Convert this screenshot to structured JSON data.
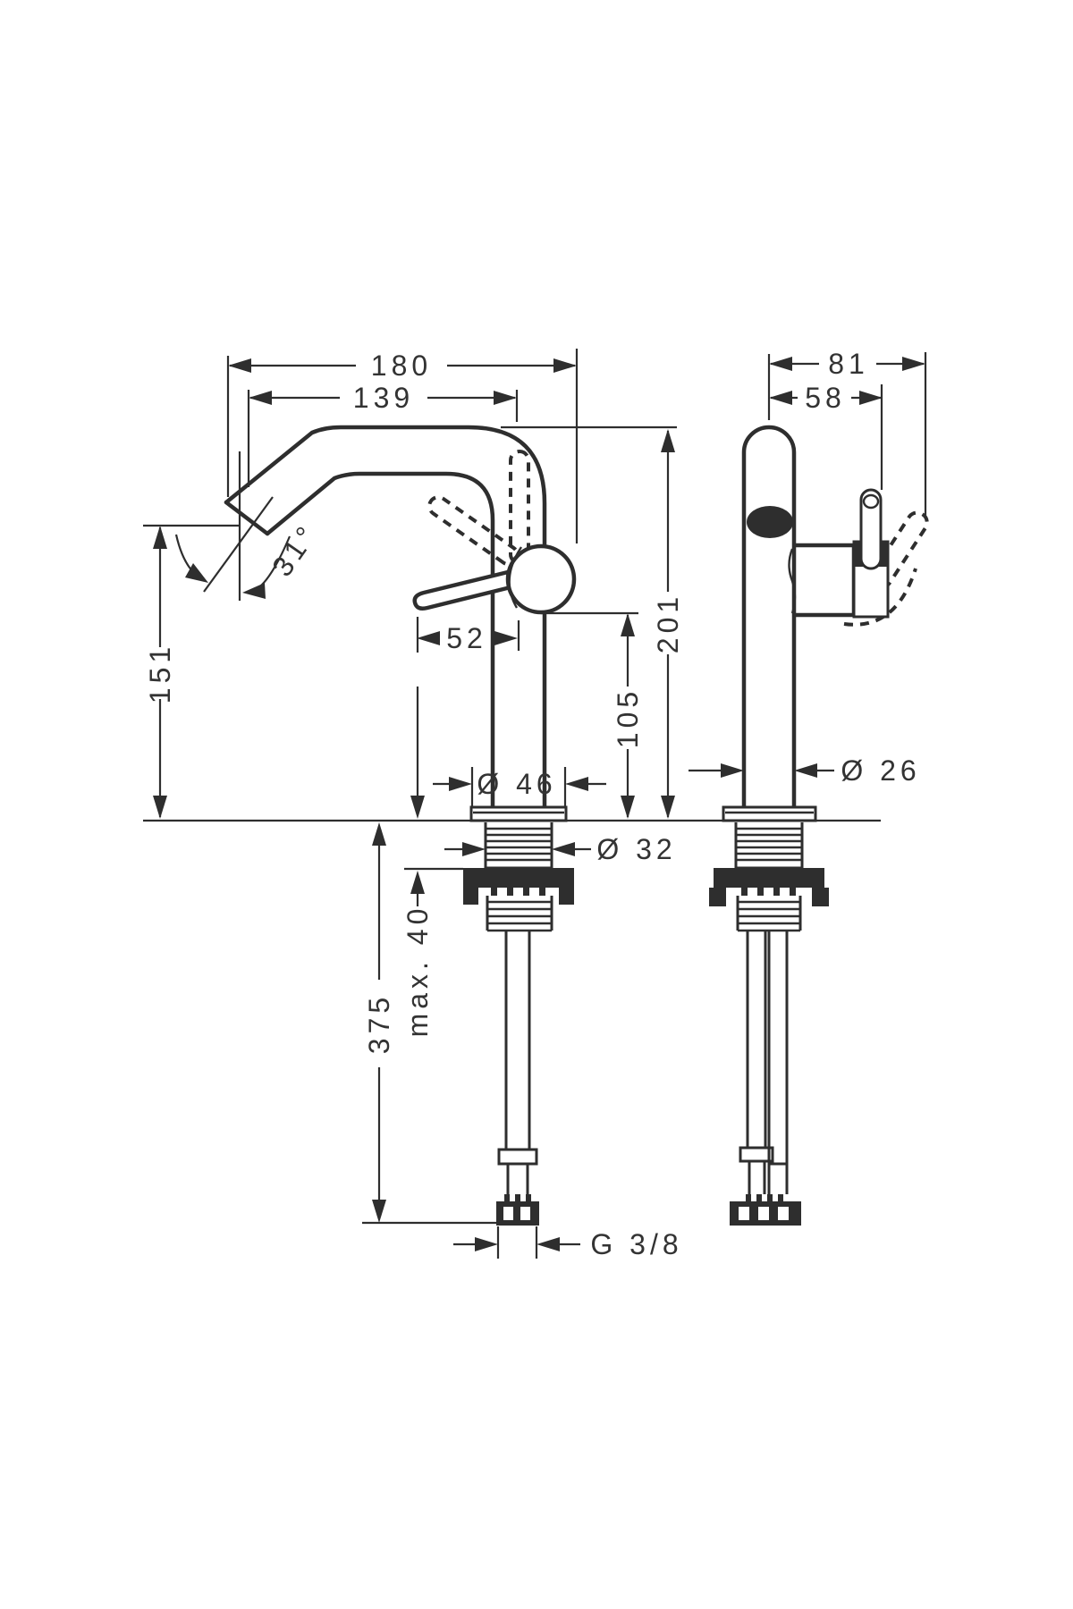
{
  "colors": {
    "line": "#2e2e2e",
    "text": "#333333",
    "background": "#ffffff"
  },
  "labels": {
    "reach_total": "180",
    "reach_aerator": "139",
    "depth_total": "81",
    "depth_handle": "58",
    "outlet_angle": "31°",
    "spout_height": "151",
    "lever_length": "52",
    "height_total": "201",
    "height_handle": "105",
    "dia_base": "Ø 46",
    "dia_shank": "Ø 32",
    "dia_column": "Ø 26",
    "max_deck_thickness": "max. 40",
    "hose_length": "375",
    "thread_size": "G 3/8"
  }
}
